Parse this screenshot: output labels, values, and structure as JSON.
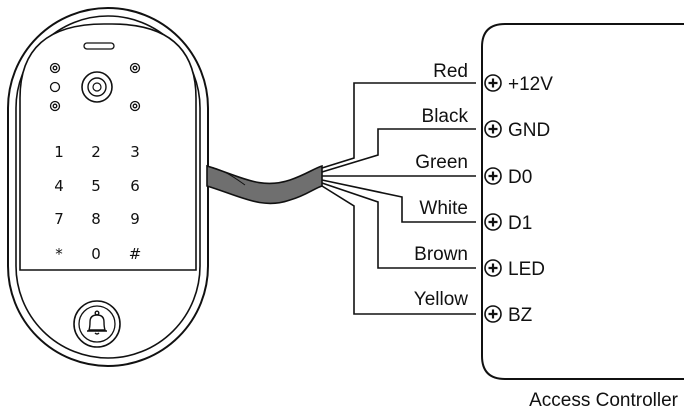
{
  "keypad": {
    "keys": [
      "1",
      "2",
      "3",
      "4",
      "5",
      "6",
      "7",
      "8",
      "9",
      "*",
      "0",
      "#"
    ]
  },
  "wires": [
    {
      "color_name": "Red",
      "terminal": "+12V"
    },
    {
      "color_name": "Black",
      "terminal": "GND"
    },
    {
      "color_name": "Green",
      "terminal": "D0"
    },
    {
      "color_name": "White",
      "terminal": "D1"
    },
    {
      "color_name": "Brown",
      "terminal": "LED"
    },
    {
      "color_name": "Yellow",
      "terminal": "BZ"
    }
  ],
  "controller": {
    "caption": "Access Controller"
  },
  "colors": {
    "line": "#111111",
    "device_body": "#ffffff",
    "cable_fill": "#6f6f6f"
  },
  "icons": {
    "doorbell": "bell-icon",
    "terminal": "plus-circle-icon"
  }
}
